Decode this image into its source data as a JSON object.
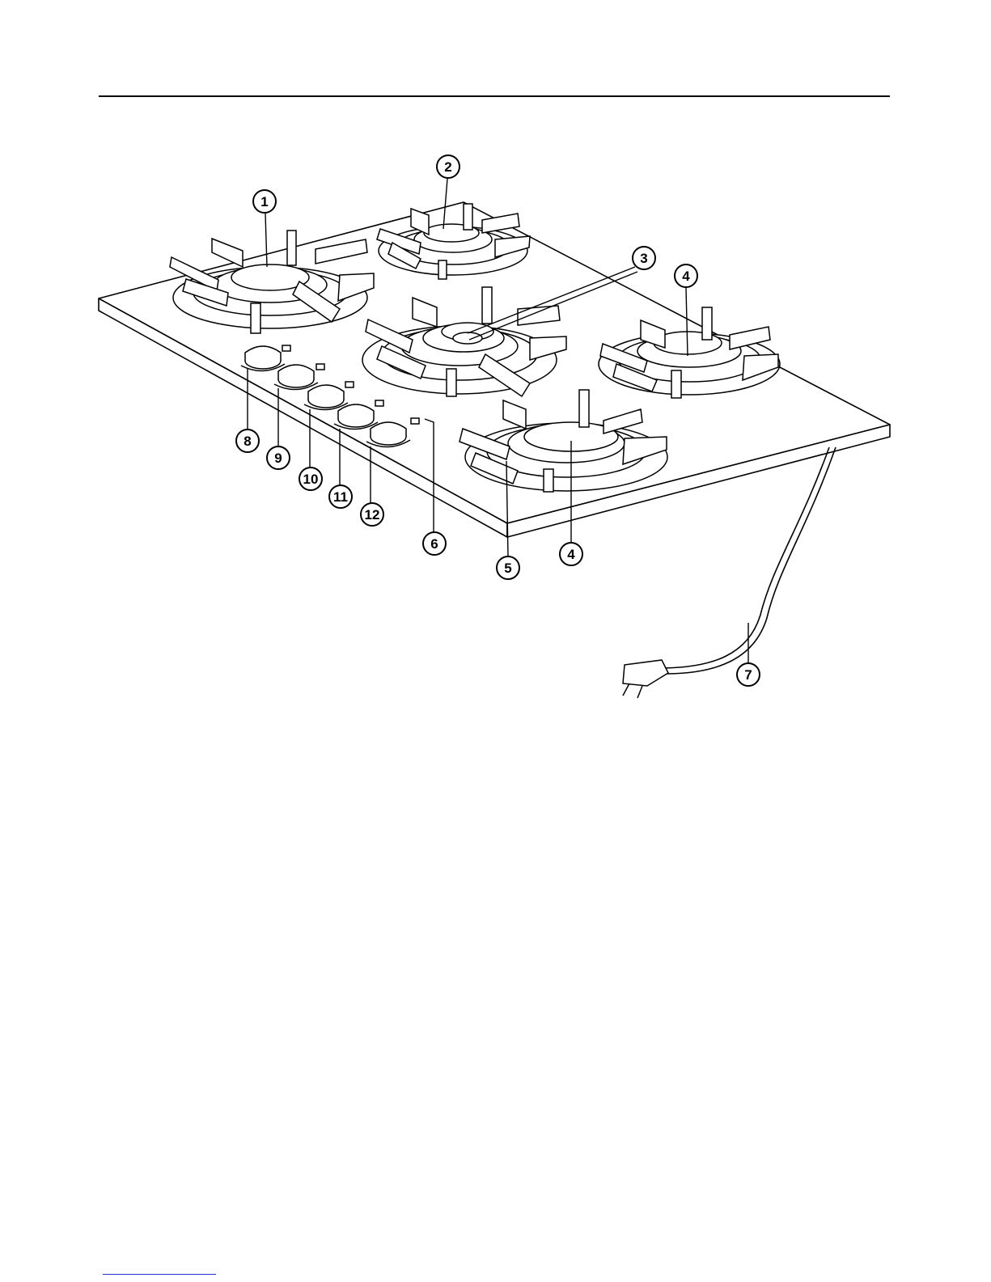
{
  "diagram": {
    "colors": {
      "ink": "#000000",
      "paper": "#ffffff",
      "footer_link": "#2233cc"
    },
    "callouts": [
      {
        "label": "1"
      },
      {
        "label": "2"
      },
      {
        "label": "3"
      },
      {
        "label": "4"
      },
      {
        "label": "4"
      },
      {
        "label": "5"
      },
      {
        "label": "6"
      },
      {
        "label": "7"
      },
      {
        "label": "8"
      },
      {
        "label": "9"
      },
      {
        "label": "10"
      },
      {
        "label": "11"
      },
      {
        "label": "12"
      }
    ]
  }
}
